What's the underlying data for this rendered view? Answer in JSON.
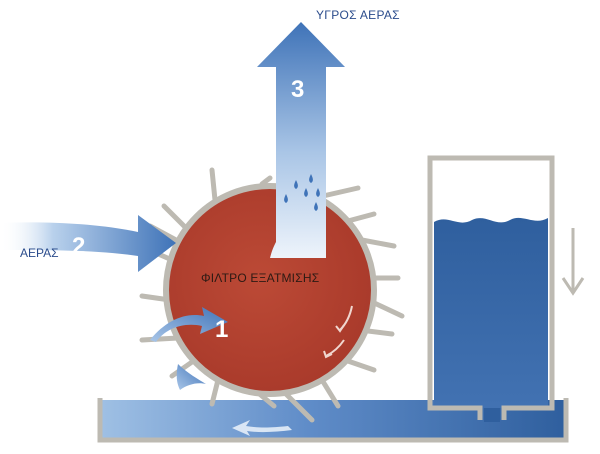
{
  "labels": {
    "outlet_air": "ΥΓΡΟΣ ΑΕΡΑΣ",
    "inlet_air": "ΑΕΡΑΣ",
    "filter": "ΦΙΛΤΡΟ ΕΞΑΤΜΙΣΗΣ"
  },
  "steps": {
    "one": "1",
    "two": "2",
    "three": "3"
  },
  "colors": {
    "filter_wheel": "#b5412f",
    "water": "#2f5f9e",
    "air_flow": "#3f73b8",
    "frame": "#bdbab2"
  },
  "icons": {
    "down_arrow": "arrow-down-icon",
    "droplets": "water-droplet-icon"
  }
}
